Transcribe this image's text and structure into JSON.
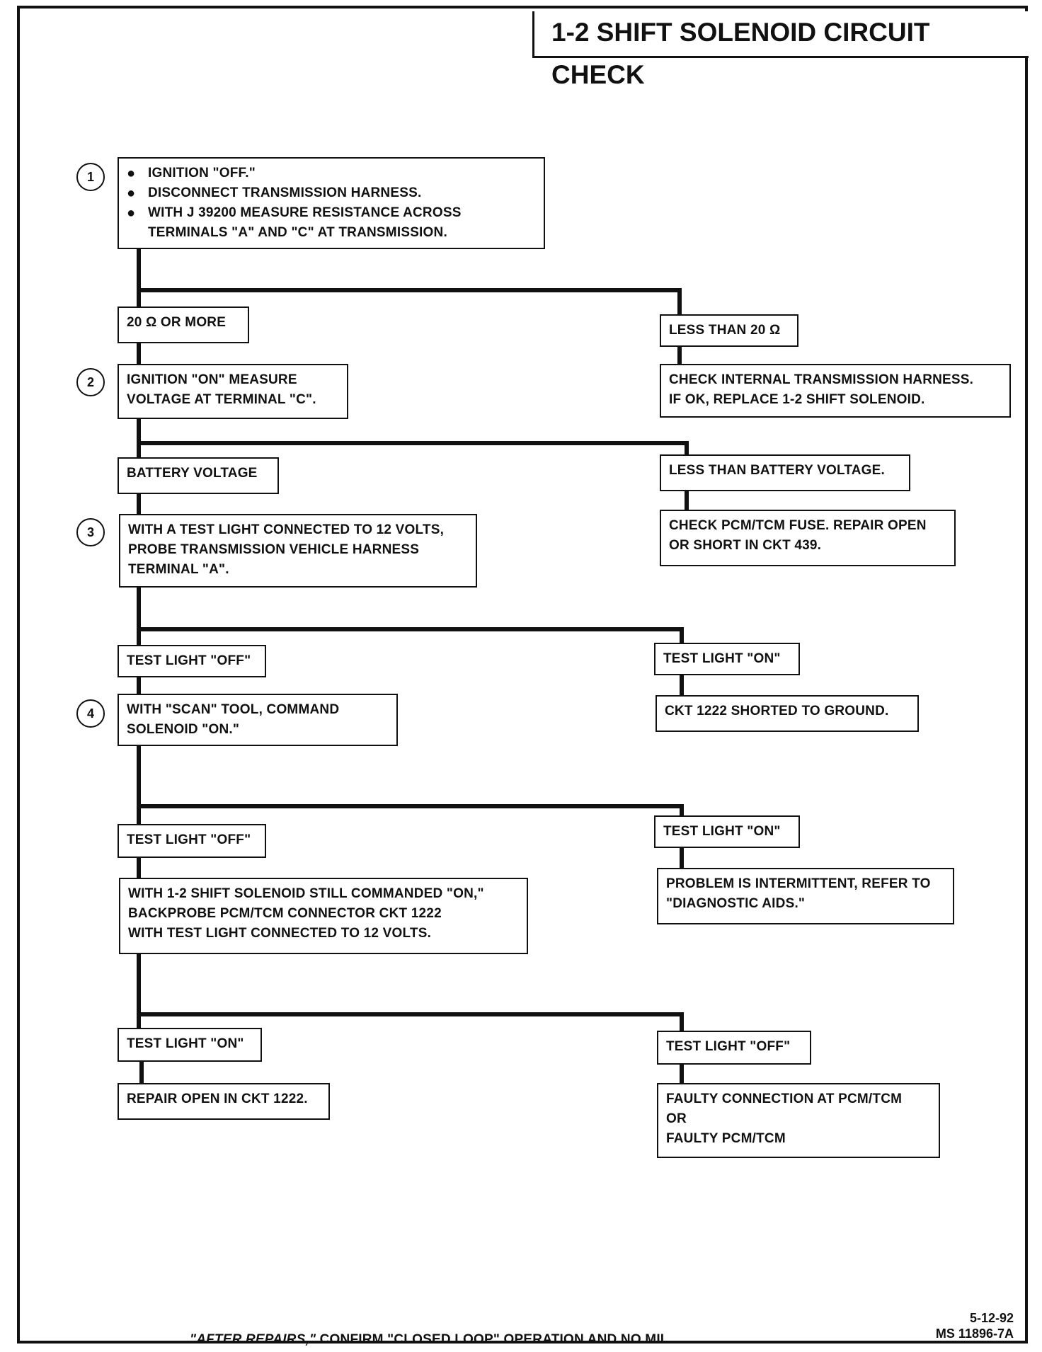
{
  "title": "1-2 SHIFT SOLENOID CIRCUIT CHECK",
  "steps": {
    "s1": "1",
    "s2": "2",
    "s3": "3",
    "s4": "4"
  },
  "step1": {
    "bullets": [
      "IGNITION \"OFF.\"",
      "DISCONNECT TRANSMISSION HARNESS.",
      "WITH J 39200 MEASURE RESISTANCE ACROSS"
    ],
    "continuation": "TERMINALS \"A\" AND \"C\" AT TRANSMISSION.",
    "bullet_glyph": "●"
  },
  "r1_left": "20 Ω OR MORE",
  "r1_right": "LESS THAN 20 Ω",
  "r1_right_action": [
    "CHECK INTERNAL TRANSMISSION HARNESS.",
    "IF OK, REPLACE 1-2 SHIFT SOLENOID."
  ],
  "step2": [
    "IGNITION \"ON\" MEASURE",
    "VOLTAGE AT TERMINAL \"C\"."
  ],
  "r2_left": "BATTERY VOLTAGE",
  "r2_right": "LESS THAN BATTERY VOLTAGE.",
  "r2_right_action": [
    "CHECK PCM/TCM FUSE.  REPAIR OPEN",
    "OR SHORT IN CKT 439."
  ],
  "step3": [
    "WITH A TEST LIGHT CONNECTED TO 12 VOLTS,",
    "PROBE TRANSMISSION VEHICLE HARNESS",
    "TERMINAL \"A\"."
  ],
  "r3_left": "TEST LIGHT \"OFF\"",
  "r3_right": "TEST LIGHT \"ON\"",
  "r3_right_action": "CKT 1222 SHORTED TO GROUND.",
  "step4": [
    "WITH \"SCAN\" TOOL, COMMAND",
    "SOLENOID \"ON.\""
  ],
  "r4_left": "TEST LIGHT \"OFF\"",
  "r4_right": "TEST LIGHT \"ON\"",
  "r4_right_action": [
    "PROBLEM IS INTERMITTENT, REFER TO",
    "\"DIAGNOSTIC AIDS.\""
  ],
  "step5": [
    "WITH 1-2 SHIFT SOLENOID STILL COMMANDED \"ON,\"",
    "BACKPROBE PCM/TCM CONNECTOR CKT 1222",
    "WITH TEST LIGHT CONNECTED TO 12 VOLTS."
  ],
  "r5_left": "TEST LIGHT \"ON\"",
  "r5_left_action": "REPAIR OPEN IN CKT 1222.",
  "r5_right": "TEST LIGHT \"OFF\"",
  "r5_right_action": [
    "FAULTY CONNECTION AT PCM/TCM",
    "OR",
    "FAULTY PCM/TCM"
  ],
  "footer": {
    "italic": "\"AFTER REPAIRS,\"",
    "rest": " CONFIRM \"CLOSED LOOP\" OPERATION AND NO MIL."
  },
  "ref": {
    "date": "5-12-92",
    "code": "MS 11896-7A"
  }
}
